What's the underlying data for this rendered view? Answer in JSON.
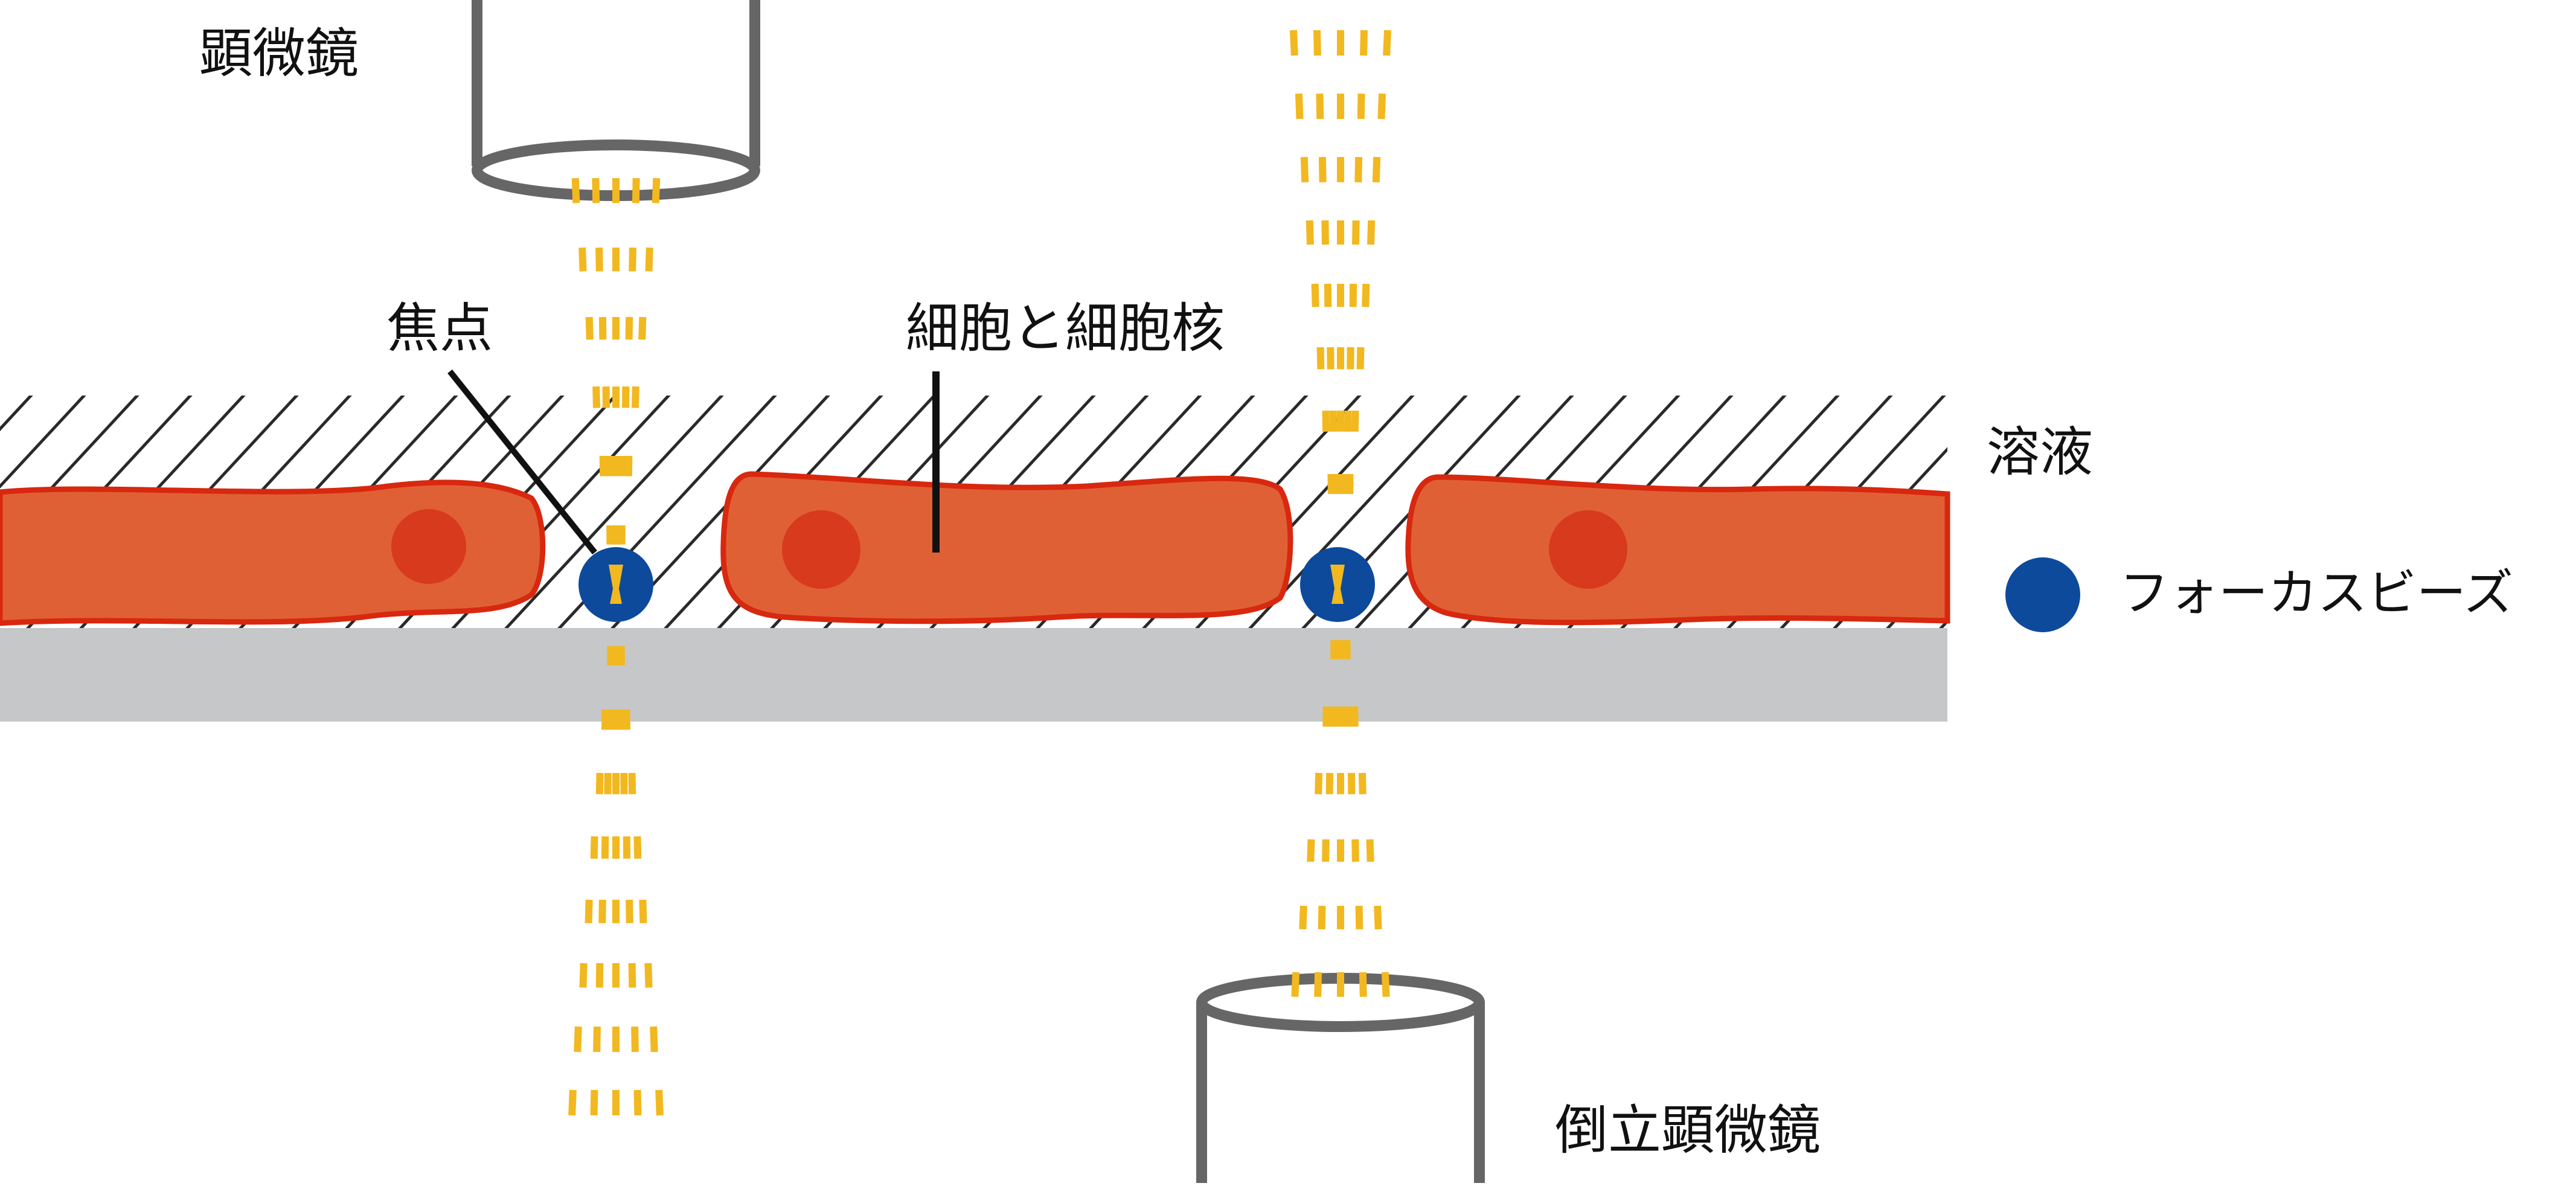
{
  "labels": {
    "microscope": "顕微鏡",
    "focal_point": "焦点",
    "cell_and_nucleus": "細胞と細胞核",
    "solution": "溶液",
    "focus_beads": "フォーカスビーズ",
    "inverted_microscope": "倒立顕微鏡"
  },
  "colors": {
    "cell_fill": "#e06035",
    "cell_outline": "#d8280f",
    "nucleus": "#d83a1e",
    "bead": "#0d4a9c",
    "beam": "#f2b81f",
    "slide": "#c6c7c8",
    "objective": "#666666",
    "hatch": "#2a2a2a"
  }
}
